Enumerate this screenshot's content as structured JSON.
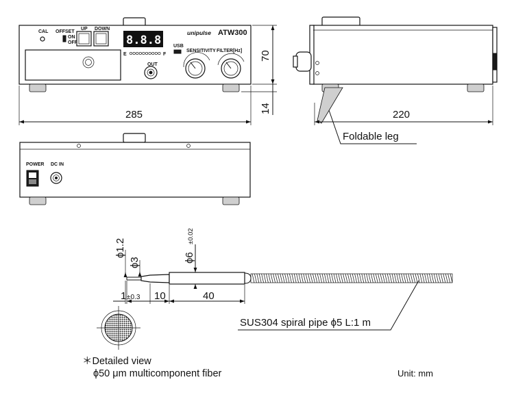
{
  "front_panel": {
    "cal": "CAL",
    "offset": "OFFSET",
    "on": "ON",
    "off": "OFF",
    "up": "UP",
    "down": "DOWN",
    "display_digits": "8.8.8.8",
    "led_scale_start": "E",
    "led_scale_end": "F",
    "brand": "unipulse",
    "model": "ATW300",
    "usb": "USB",
    "sensitivity": "SENSITIVITY",
    "filter": "FILTER[Hz]",
    "out": "OUT"
  },
  "rear_panel": {
    "power": "POWER",
    "dc_in": "DC IN"
  },
  "dimensions": {
    "width": "285",
    "height": "70",
    "leg": "14",
    "depth": "220"
  },
  "callouts": {
    "foldable_leg": "Foldable leg",
    "spiral_pipe": "SUS304 spiral pipe ϕ5 L:1 m"
  },
  "probe": {
    "dia_1_2": "ϕ1.2",
    "dia_3": "ϕ3",
    "dia_6": "ϕ6",
    "dia_6_tol": "±0.02",
    "len_1": "1",
    "len_1_tol": "±0.3",
    "len_10": "10",
    "len_40": "40"
  },
  "detail": {
    "title": "＊Detailed view",
    "desc": "ϕ50 μm multicomponent fiber"
  },
  "unit": "Unit: mm"
}
